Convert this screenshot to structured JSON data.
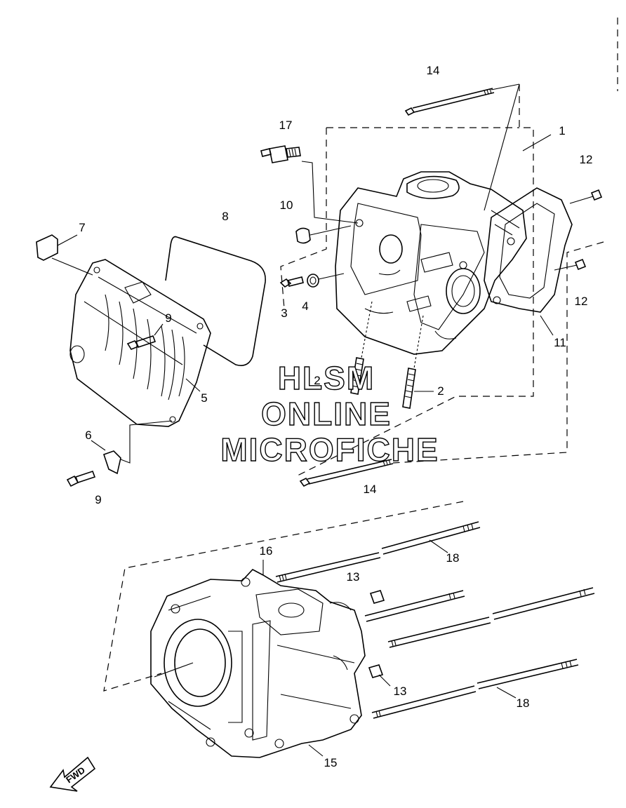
{
  "diagram": {
    "watermark": [
      "HLSM",
      "ONLINE",
      "MICROFICHE"
    ],
    "forward_marker": "FWD",
    "callouts": {
      "c1": "1",
      "c2a": "2",
      "c2b": "2",
      "c3": "3",
      "c4": "4",
      "c5": "5",
      "c6": "6",
      "c7": "7",
      "c8": "8",
      "c9a": "9",
      "c9b": "9",
      "c10": "10",
      "c11": "11",
      "c12a": "12",
      "c12b": "12",
      "c13a": "13",
      "c13b": "13",
      "c14a": "14",
      "c14b": "14",
      "c15": "15",
      "c16": "16",
      "c17": "17",
      "c18a": "18",
      "c18b": "18"
    }
  }
}
